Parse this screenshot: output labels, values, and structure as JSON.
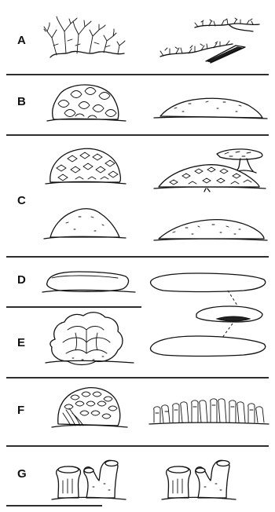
{
  "rows": [
    {
      "id": "A",
      "label": "A"
    },
    {
      "id": "B",
      "label": "B"
    },
    {
      "id": "C",
      "label": "C"
    },
    {
      "id": "D",
      "label": "D"
    },
    {
      "id": "E",
      "label": "E"
    },
    {
      "id": "F",
      "label": "F"
    },
    {
      "id": "G",
      "label": "G"
    }
  ],
  "colors": {
    "ink": "#111111",
    "background": "#ffffff"
  }
}
